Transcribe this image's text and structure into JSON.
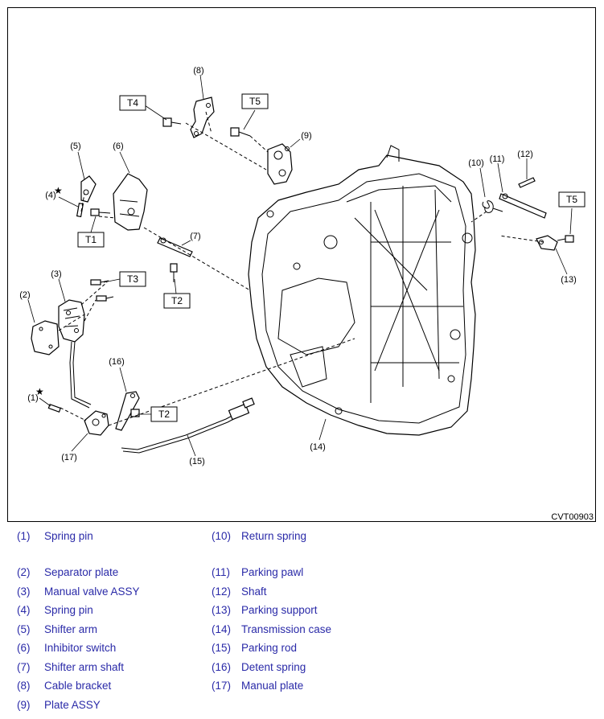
{
  "figure": {
    "code": "CVT00903",
    "callouts": [
      "(1)",
      "(2)",
      "(3)",
      "(4)",
      "(5)",
      "(6)",
      "(7)",
      "(8)",
      "(9)",
      "(10)",
      "(11)",
      "(12)",
      "(13)",
      "(14)",
      "(15)",
      "(16)",
      "(17)"
    ],
    "torque_labels": {
      "t1": "T1",
      "t2a": "T2",
      "t2b": "T2",
      "t3": "T3",
      "t4": "T4",
      "t5a": "T5",
      "t5b": "T5"
    },
    "star_symbol": "★"
  },
  "legend": {
    "left": [
      {
        "num": "(1)",
        "name": "Spring pin"
      },
      {
        "num": "(2)",
        "name": "Separator plate"
      },
      {
        "num": "(3)",
        "name": "Manual valve ASSY"
      },
      {
        "num": "(4)",
        "name": "Spring pin"
      },
      {
        "num": "(5)",
        "name": "Shifter arm"
      },
      {
        "num": "(6)",
        "name": "Inhibitor switch"
      },
      {
        "num": "(7)",
        "name": "Shifter arm shaft"
      },
      {
        "num": "(8)",
        "name": "Cable bracket"
      },
      {
        "num": "(9)",
        "name": "Plate ASSY"
      }
    ],
    "right": [
      {
        "num": "(10)",
        "name": "Return spring"
      },
      {
        "num": "(11)",
        "name": "Parking pawl"
      },
      {
        "num": "(12)",
        "name": "Shaft"
      },
      {
        "num": "(13)",
        "name": "Parking support"
      },
      {
        "num": "(14)",
        "name": "Transmission case"
      },
      {
        "num": "(15)",
        "name": "Parking rod"
      },
      {
        "num": "(16)",
        "name": "Detent spring"
      },
      {
        "num": "(17)",
        "name": "Manual plate"
      }
    ]
  },
  "colors": {
    "legend_text": "#2a2aa8",
    "line": "#000000",
    "background": "#ffffff"
  }
}
